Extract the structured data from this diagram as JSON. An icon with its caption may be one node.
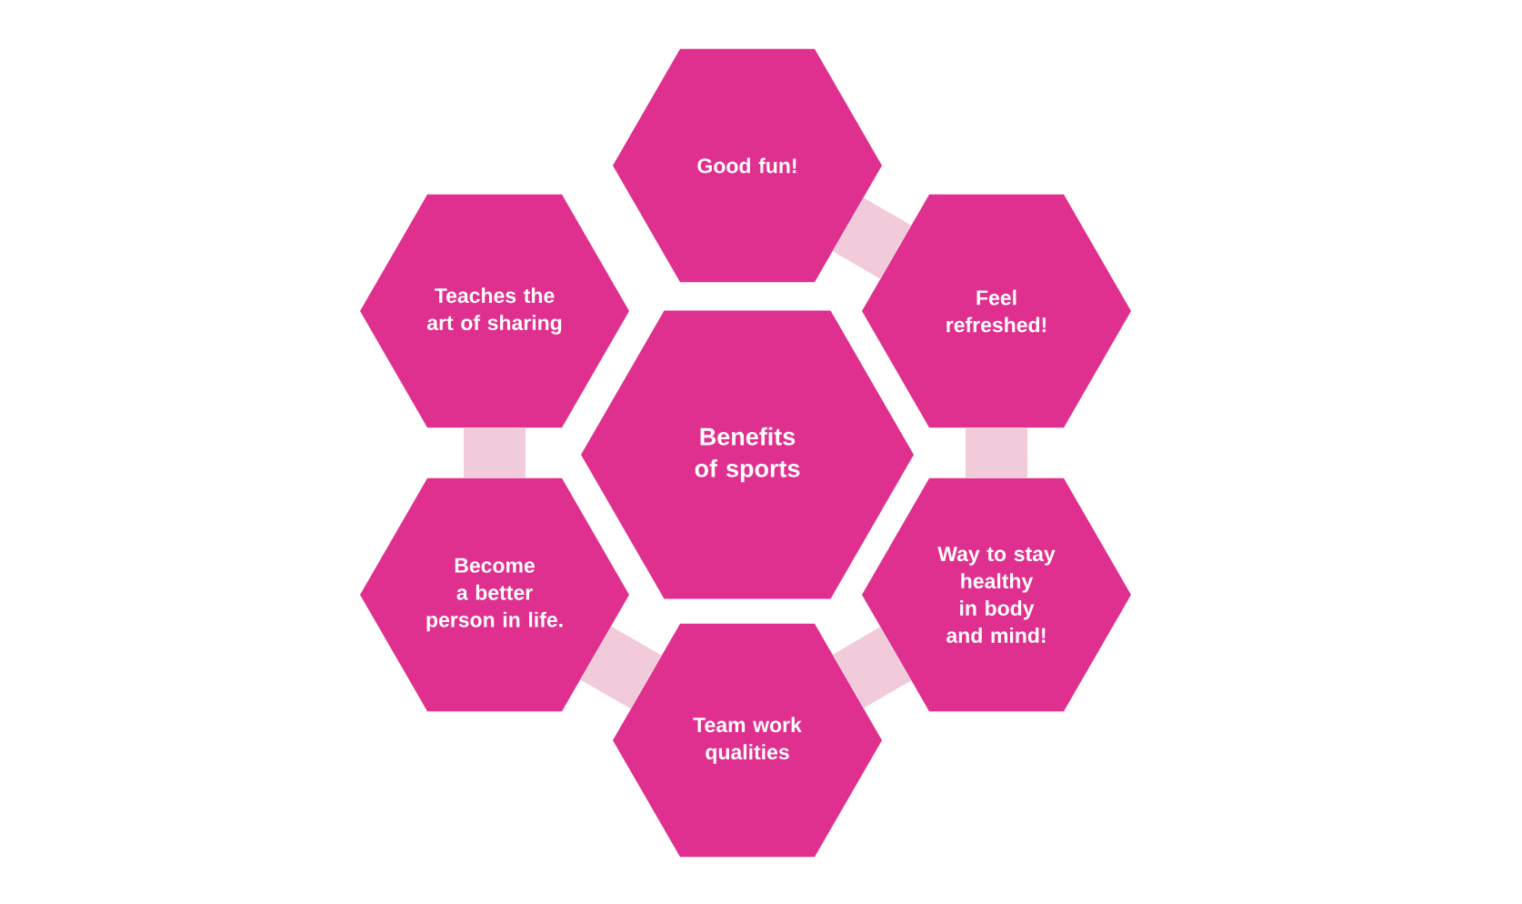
{
  "diagram": {
    "nodes": [
      {
        "text": [
          "Benefits of sports"
        ]
      },
      {
        "text": [
          "Good fun!"
        ]
      },
      {
        "text": [
          "Feel refreshed!"
        ]
      },
      {
        "text": [
          "Way to stay healthy in body and mind!"
        ]
      },
      {
        "text": [
          "Team work qualities"
        ]
      },
      {
        "text": [
          "Become a better person in life."
        ]
      },
      {
        "text": [
          "Teaches the art of sharing"
        ]
      }
    ],
    "edges": [
      {
        "from": 1,
        "to": 2,
        "arrow": "none"
      },
      {
        "from": 2,
        "to": 3,
        "arrow": "none"
      },
      {
        "from": 3,
        "to": 4,
        "arrow": "none"
      },
      {
        "from": 4,
        "to": 5,
        "arrow": "none"
      },
      {
        "from": 5,
        "to": 6,
        "arrow": "none"
      }
    ]
  }
}
